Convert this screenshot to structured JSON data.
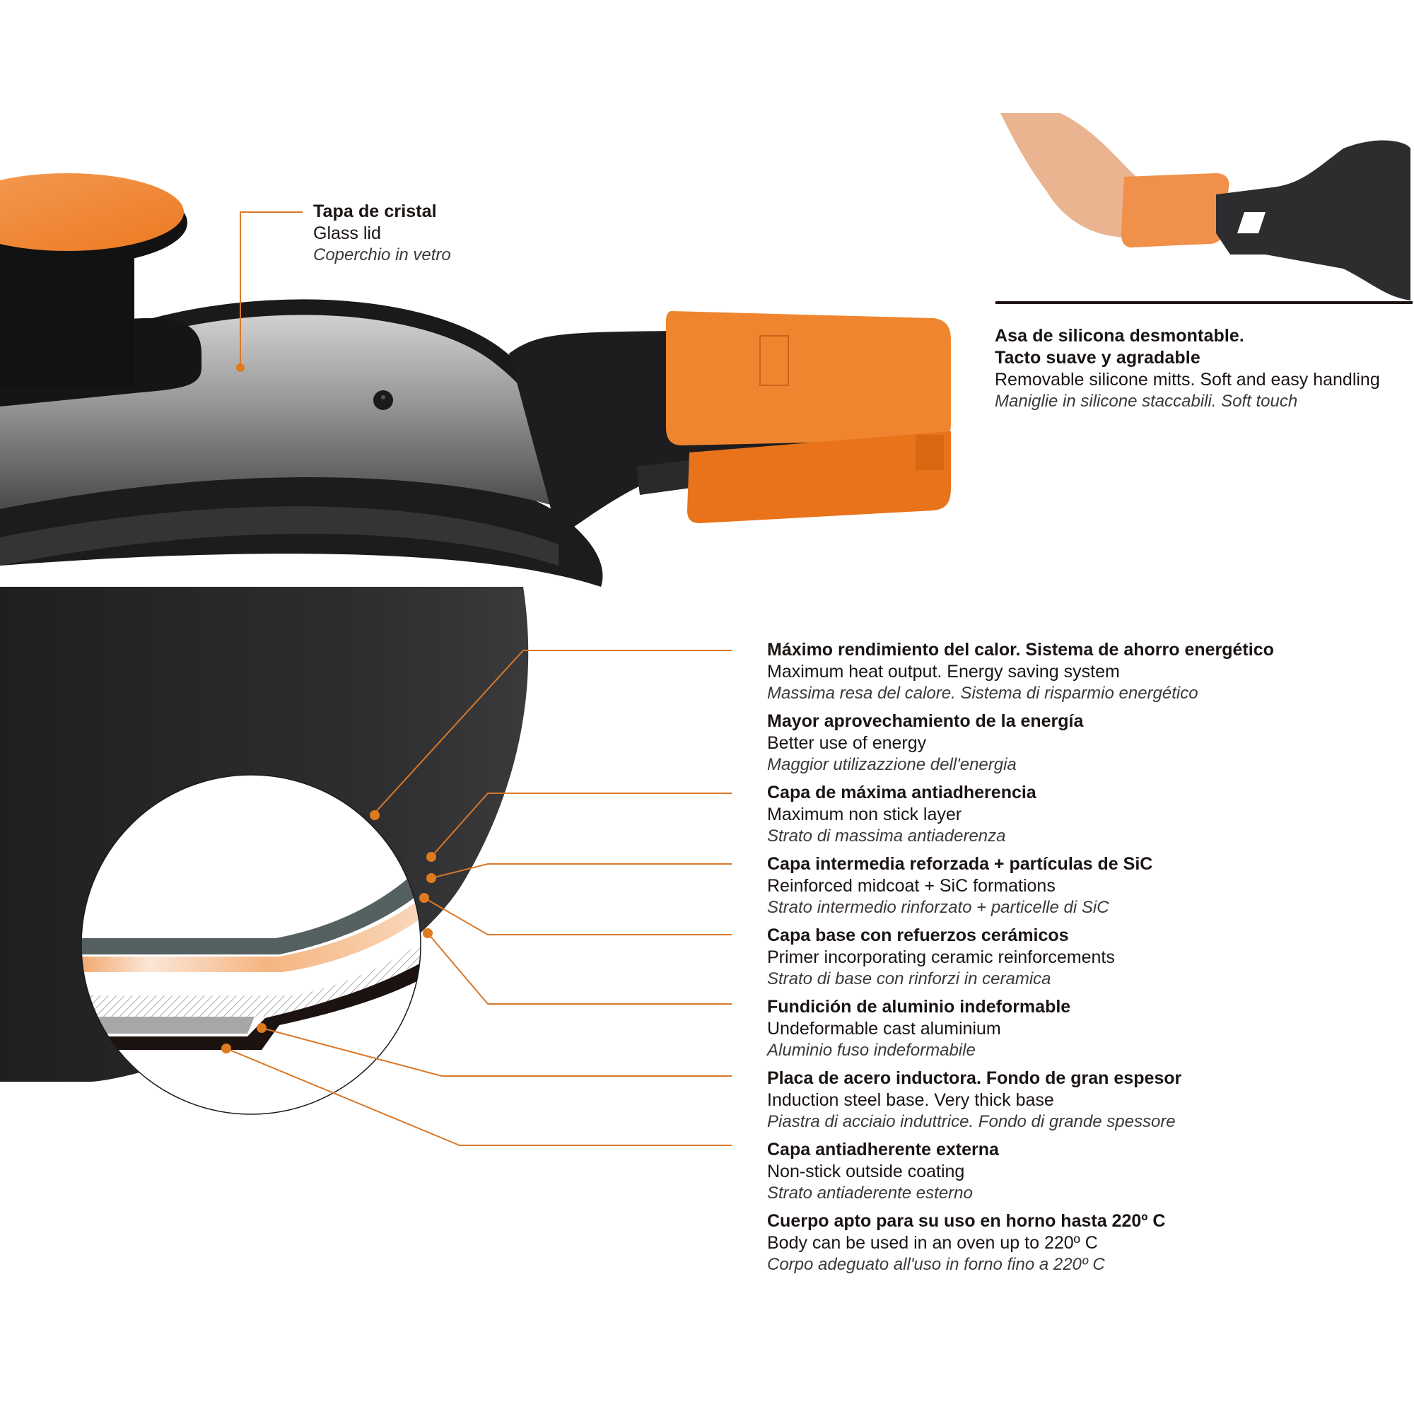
{
  "colors": {
    "accent_orange": "#e07a1f",
    "leader_line": "#d9782a",
    "pot_body": "#2b2b2d",
    "silicone_orange": "#f0852f",
    "text": "#1a1412",
    "italic_text": "#3c3836",
    "divider": "#1e1614"
  },
  "lid_callout": {
    "title": "Tapa de cristal",
    "english": "Glass lid",
    "italian": "Coperchio in vetro"
  },
  "handle_callout": {
    "title_line1": "Asa de silicona desmontable.",
    "title_line2": "Tacto suave y agradable",
    "english": "Removable silicone mitts. Soft and easy handling",
    "italian": "Maniglie in silicone staccabili. Soft touch"
  },
  "features": [
    {
      "title": "Máximo rendimiento del calor. Sistema de ahorro energético",
      "english": "Maximum heat output. Energy saving system",
      "italian": "Massima resa del calore. Sistema di risparmio energético"
    },
    {
      "title": "Mayor aprovechamiento de la energía",
      "english": "Better use of energy",
      "italian": "Maggior utilizazzione dell'energia"
    },
    {
      "title": "Capa de máxima antiadherencia",
      "english": "Maximum non stick layer",
      "italian": "Strato di massima antiaderenza"
    },
    {
      "title": "Capa intermedia reforzada + partículas de SiC",
      "english": "Reinforced midcoat + SiC formations",
      "italian": "Strato intermedio rinforzato + particelle di SiC"
    },
    {
      "title": "Capa base con refuerzos cerámicos",
      "english": "Primer incorporating ceramic reinforcements",
      "italian": "Strato di base con rinforzi in ceramica"
    },
    {
      "title": "Fundición de aluminio indeformable",
      "english": "Undeformable cast aluminium",
      "italian": "Aluminio fuso indeformabile"
    },
    {
      "title": "Placa de acero inductora. Fondo de gran espesor",
      "english": "Induction steel base. Very thick base",
      "italian": "Piastra di acciaio induttrice. Fondo di grande spessore"
    },
    {
      "title": "Capa antiadherente externa",
      "english": "Non-stick outside coating",
      "italian": "Strato antiaderente esterno"
    },
    {
      "title": "Cuerpo apto para su uso en horno hasta 220º C",
      "english": "Body can be used in an oven up to 220º C",
      "italian": "Corpo adeguato all'uso in forno fino a 220º C"
    }
  ],
  "icons": {
    "brand_logo": "bra-logo-icon",
    "leader_dot": "orange-dot-icon"
  }
}
